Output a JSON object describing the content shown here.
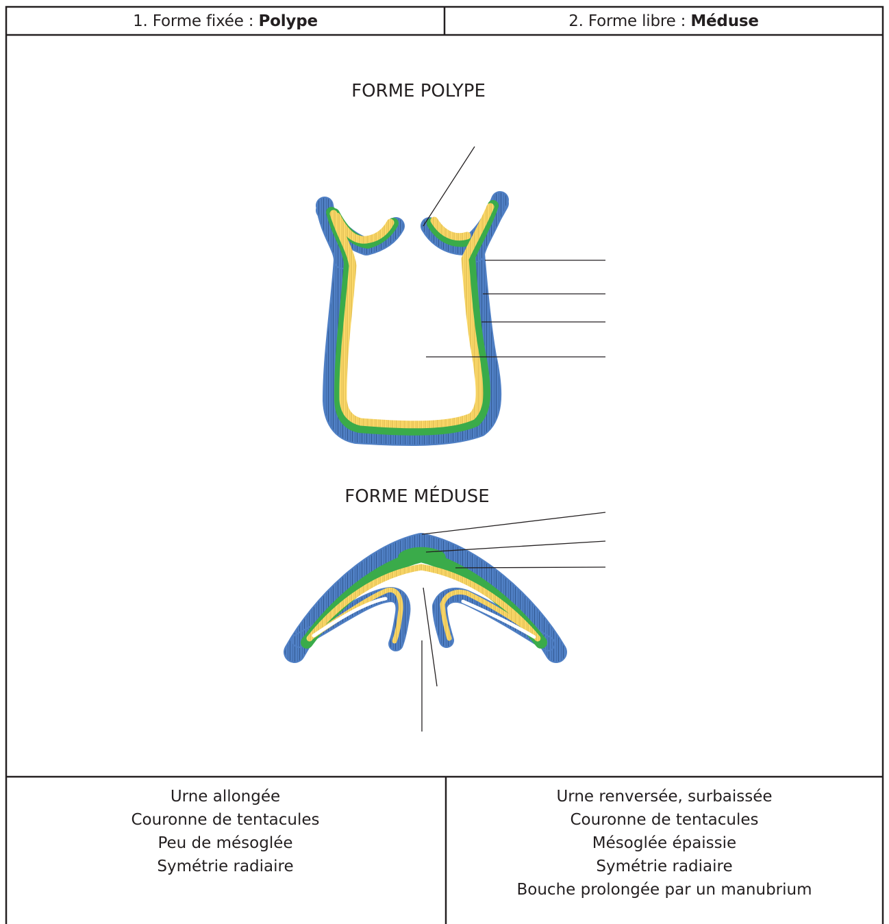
{
  "header": {
    "col1_prefix": "1. Forme fixée : ",
    "col1_bold": "Polype",
    "col2_prefix": "2. Forme libre : ",
    "col2_bold": "Méduse"
  },
  "diagrams": {
    "polyp_title": "FORME POLYPE",
    "medusa_title": "FORME MÉDUSE"
  },
  "colors": {
    "ectoderm": "#4f7fc4",
    "mesoglea": "#3aab4a",
    "endoderm": "#fbd96a",
    "outline": "#231f20"
  },
  "descriptions": {
    "polyp": [
      "Urne allongée",
      "Couronne de tentacules",
      "Peu de mésoglée",
      "Symétrie radiaire"
    ],
    "medusa": [
      "Urne renversée, surbaissée",
      "Couronne de tentacules",
      "Mésoglée épaissie",
      "Symétrie radiaire",
      "Bouche prolongée par un manubrium"
    ]
  }
}
